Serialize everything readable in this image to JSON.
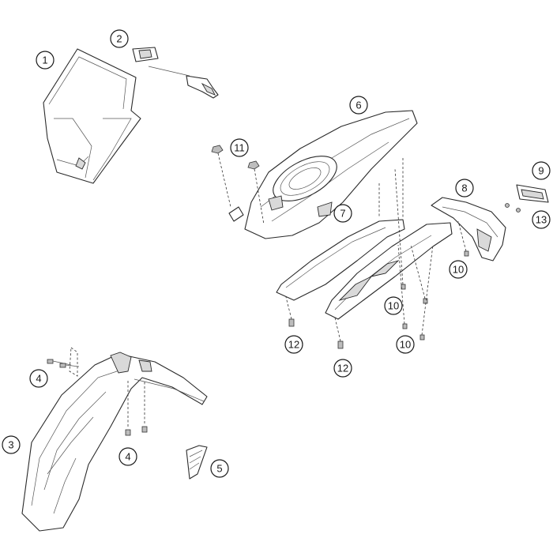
{
  "callouts": [
    {
      "id": "c1",
      "label": "1"
    },
    {
      "id": "c2",
      "label": "2"
    },
    {
      "id": "c3",
      "label": "3"
    },
    {
      "id": "c4a",
      "label": "4"
    },
    {
      "id": "c4b",
      "label": "4"
    },
    {
      "id": "c5",
      "label": "5"
    },
    {
      "id": "c6",
      "label": "6"
    },
    {
      "id": "c7",
      "label": "7"
    },
    {
      "id": "c8",
      "label": "8"
    },
    {
      "id": "c9",
      "label": "9"
    },
    {
      "id": "c10a",
      "label": "10"
    },
    {
      "id": "c10b",
      "label": "10"
    },
    {
      "id": "c10c",
      "label": "10"
    },
    {
      "id": "c11",
      "label": "11"
    },
    {
      "id": "c12a",
      "label": "12"
    },
    {
      "id": "c12b",
      "label": "12"
    },
    {
      "id": "c13",
      "label": "13"
    }
  ],
  "colors": {
    "line": "#2a2a2a",
    "background": "#ffffff",
    "shade": "#d9d9d9"
  }
}
